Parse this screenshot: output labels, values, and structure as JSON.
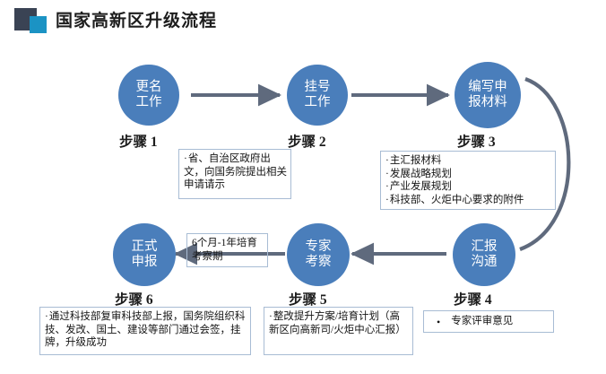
{
  "header": {
    "title": "国家高新区升级流程",
    "logo_dark_name": "square-dark",
    "logo_blue_name": "square-blue",
    "colors": {
      "dark": "#3a4354",
      "blue": "#1b93c4"
    }
  },
  "theme": {
    "node_fill": "#4a7ebb",
    "node_text": "#ffffff",
    "connector": "#5f6a7d",
    "note_border": "#a8bcd4",
    "caption_color": "#1d1d1d"
  },
  "nodes": [
    {
      "id": "step1",
      "text": "更名\n工作",
      "line1": "更名",
      "line2": "工作",
      "caption": "步骤 1"
    },
    {
      "id": "step2",
      "text": "挂号\n工作",
      "line1": "挂号",
      "line2": "工作",
      "caption": "步骤 2"
    },
    {
      "id": "step3",
      "text": "编写申\n报材料",
      "line1": "编写申",
      "line2": "报材料",
      "caption": "步骤 3"
    },
    {
      "id": "step4",
      "text": "汇报\n沟通",
      "line1": "汇报",
      "line2": "沟通",
      "caption": "步骤 4"
    },
    {
      "id": "step5",
      "text": "专家\n考察",
      "line1": "专家",
      "line2": "考察",
      "caption": "步骤 5"
    },
    {
      "id": "step6",
      "text": "正式\n申报",
      "line1": "正式",
      "line2": "申报",
      "caption": "步骤 6"
    }
  ],
  "notes": {
    "step1": {
      "bullets": [
        "省、自治区政府出文，向国务院提出相关申请请示"
      ]
    },
    "step3": {
      "bullets": [
        "主汇报材料",
        "发展战略规划",
        "产业发展规划",
        "科技部、火炬中心要求的附件"
      ]
    },
    "step4": {
      "bullets": [
        "专家评审意见"
      ]
    },
    "step5": {
      "bullets": [
        "整改提升方案/培育计划（高新区向高新司/火炬中心汇报）"
      ]
    },
    "step6": {
      "bullets": [
        "通过科技部复审科技部上报，国务院组织科技、发改、国土、建设等部门通过会签，挂牌，升级成功"
      ]
    }
  },
  "edge_label": {
    "line1": "6个月-1年培育",
    "line2": "考察期"
  },
  "bullet_glyph": "·",
  "dot_glyph": "•"
}
